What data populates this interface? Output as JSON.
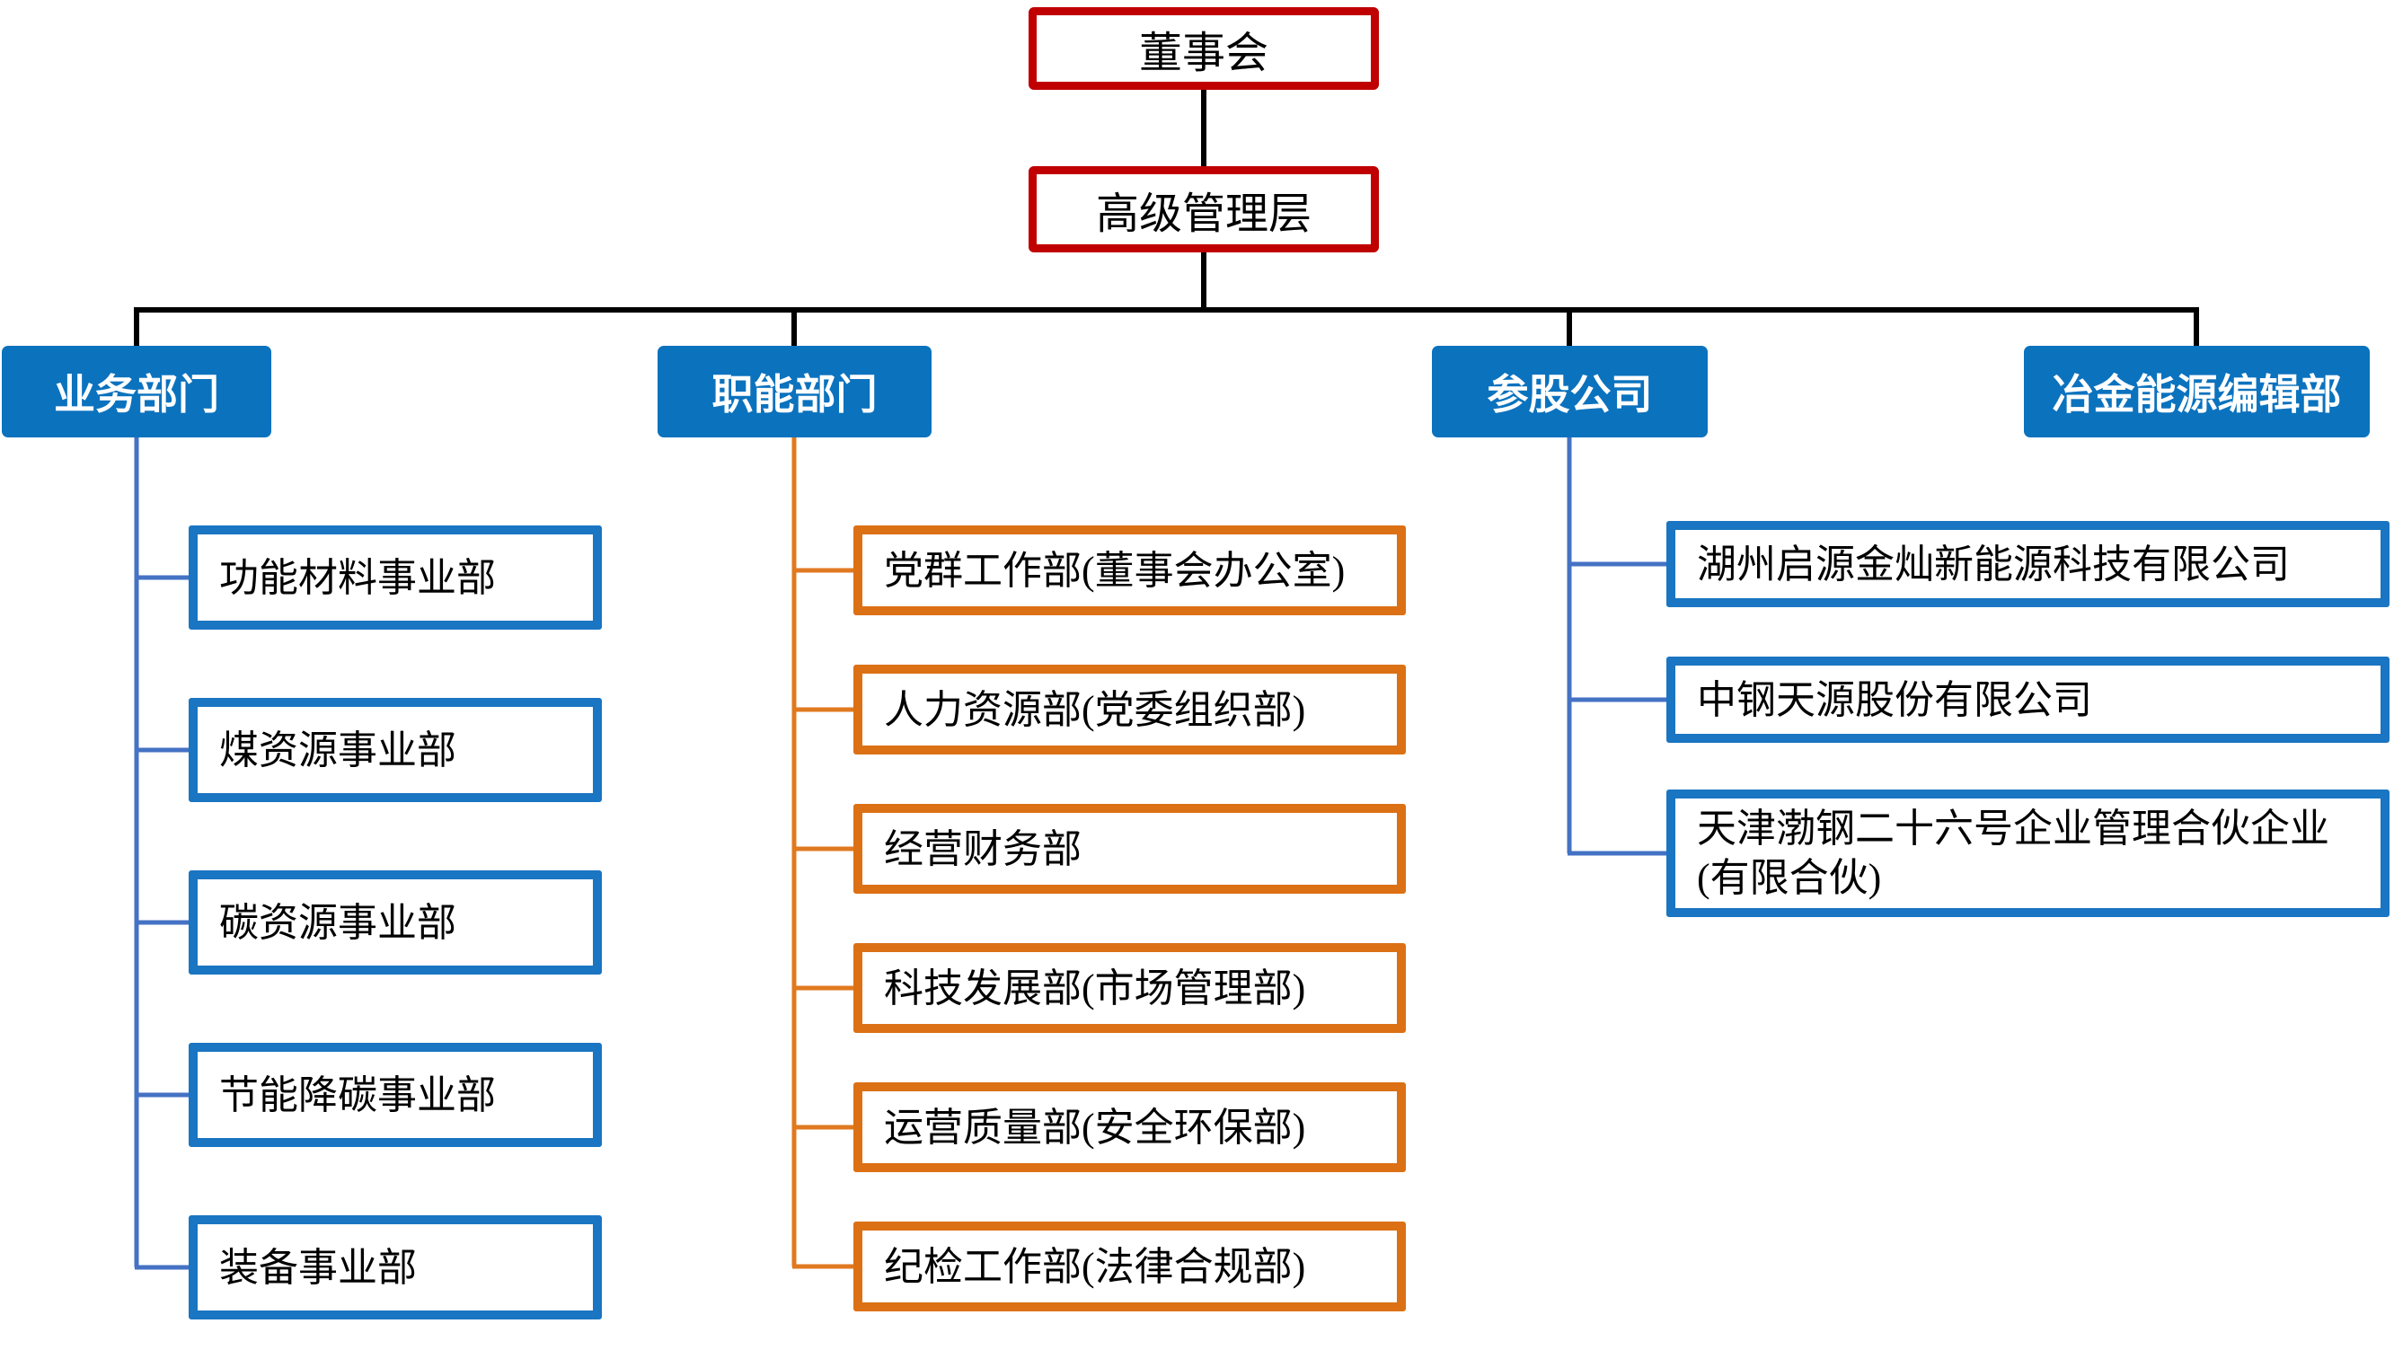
{
  "colors": {
    "box-red-border": "#C00000",
    "header-blue-fill": "#0B72BE",
    "child-blue-border": "#1A75C2",
    "child-orange-border": "#DC7014",
    "wire-black": "#000000",
    "wire-blue": "#4472C4",
    "wire-orange": "#E0791F",
    "text-dark": "#000000",
    "text-light": "#FFFFFF"
  },
  "top": {
    "board": "董事会",
    "senior_management": "高级管理层"
  },
  "branches": [
    {
      "label": "业务部门",
      "children": [
        "功能材料事业部",
        "煤资源事业部",
        "碳资源事业部",
        "节能降碳事业部",
        "装备事业部"
      ]
    },
    {
      "label": "职能部门",
      "children": [
        "党群工作部(董事会办公室)",
        "人力资源部(党委组织部)",
        "经营财务部",
        "科技发展部(市场管理部)",
        "运营质量部(安全环保部)",
        "纪检工作部(法律合规部)"
      ]
    },
    {
      "label": "参股公司",
      "children": [
        "湖州启源金灿新能源科技有限公司",
        "中钢天源股份有限公司",
        "天津渤钢二十六号企业管理合伙企业\n(有限合伙)"
      ]
    },
    {
      "label": "冶金能源编辑部",
      "children": []
    }
  ]
}
